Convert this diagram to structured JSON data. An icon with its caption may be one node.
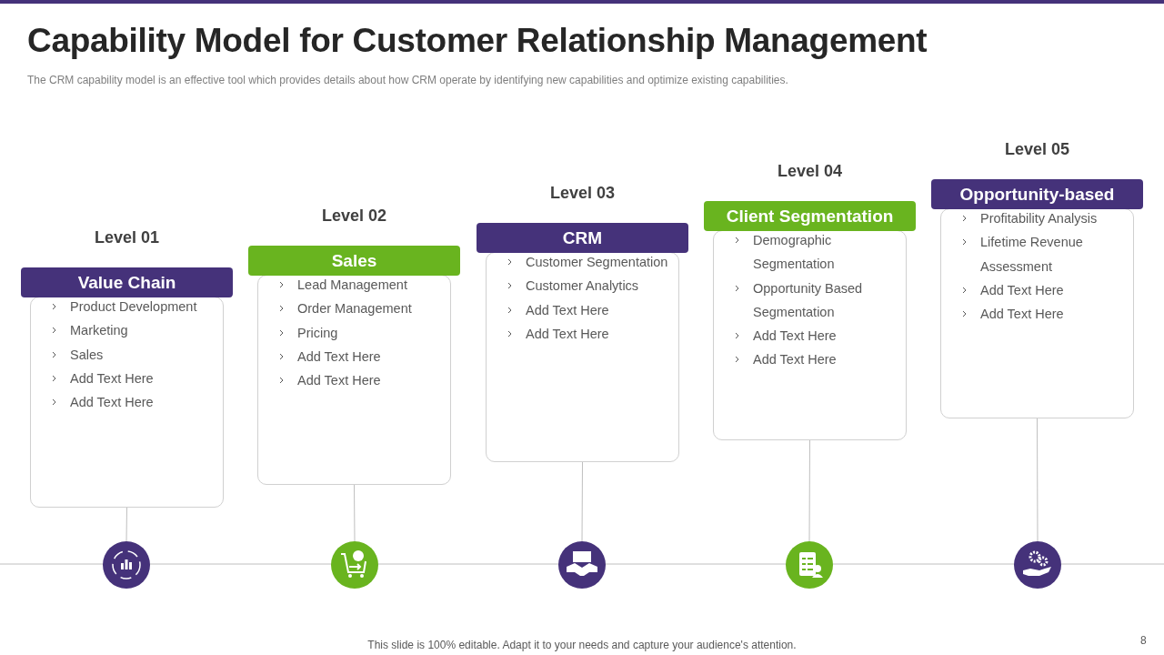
{
  "diagram": {
    "title": "Capability Model for Customer Relationship Management",
    "caption": "The CRM capability model is an effective tool which provides details about how CRM operate by identifying new capabilities and optimize existing capabilities.",
    "nodes": [
      {
        "text": [
          "Level 01",
          "Value Chain",
          "Product Development",
          "Marketing",
          "Sales",
          "Add Text Here",
          "Add Text Here"
        ]
      },
      {
        "text": [
          "Level 02",
          "Sales",
          "Lead Management",
          "Order Management",
          "Pricing",
          "Add Text Here",
          "Add Text Here"
        ]
      },
      {
        "text": [
          "Level 03",
          "CRM",
          "Customer Segmentation",
          "Customer Analytics",
          "Add Text Here",
          "Add Text Here"
        ]
      },
      {
        "text": [
          "Level 04",
          "Client Segmentation",
          "Demographic Segmentation",
          "Opportunity Based Segmentation",
          "Add Text Here",
          "Add Text Here"
        ]
      },
      {
        "text": [
          "Level 05",
          "Opportunity-based",
          "Profitability Analysis",
          "Lifetime Revenue Assessment",
          "Add Text Here",
          "Add Text Here"
        ]
      },
      {
        "text": [],
        "shape": "circle"
      },
      {
        "text": [],
        "shape": "circle"
      },
      {
        "text": [],
        "shape": "circle"
      },
      {
        "text": [],
        "shape": "circle"
      },
      {
        "text": [],
        "shape": "circle"
      }
    ],
    "edges": [
      {
        "from": 0,
        "to": 5,
        "arrow": "none"
      },
      {
        "from": 1,
        "to": 6,
        "arrow": "none"
      },
      {
        "from": 2,
        "to": 7,
        "arrow": "none"
      },
      {
        "from": 3,
        "to": 8,
        "arrow": "none"
      },
      {
        "from": 4,
        "to": 9,
        "arrow": "none"
      }
    ],
    "labels": [
      "This slide is 100% editable. Adapt it to your needs and capture your audience's attention.",
      "8"
    ]
  }
}
